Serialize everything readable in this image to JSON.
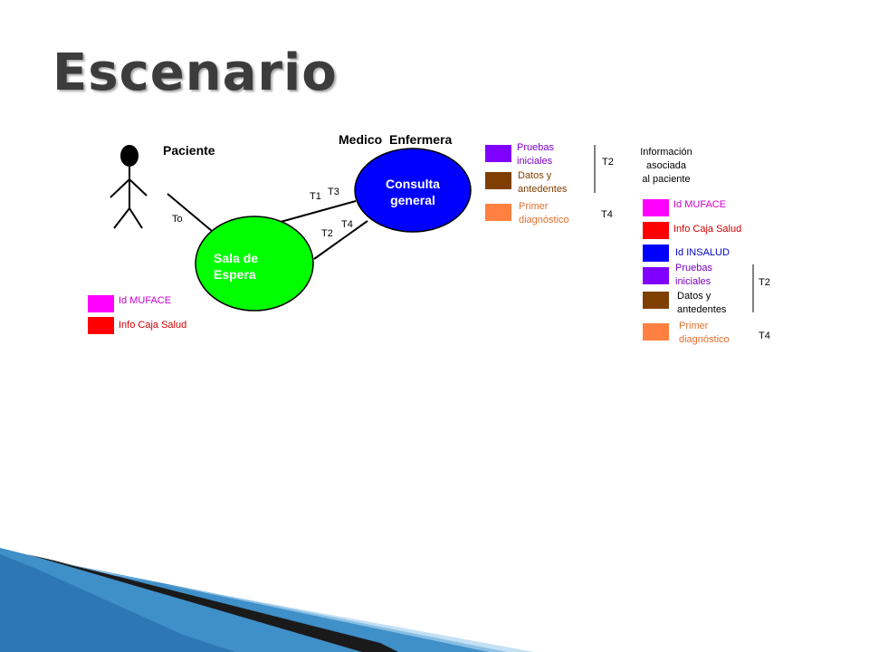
{
  "title": "Escenario",
  "actors": {
    "paciente": "Paciente",
    "medico_enfermera": "Medico  Enfermera"
  },
  "nodes": {
    "sala_line1": "Sala de",
    "sala_line2": "Espera",
    "consulta_line1": "Consulta",
    "consulta_line2": "general"
  },
  "times": {
    "to": "To",
    "t1": "T1",
    "t2": "T2",
    "t3": "T3",
    "t4": "T4"
  },
  "left_legend": [
    {
      "label": "Id MUFACE",
      "color": "#ff00ff",
      "text_color": "#cc00cc"
    },
    {
      "label": "Info Caja Salud",
      "color": "#ff0000",
      "text_color": "#cc0000"
    }
  ],
  "top_legend": [
    {
      "line1": "Pruebas",
      "line2": "iniciales",
      "color": "#8000ff",
      "text_color": "#7a00c8"
    },
    {
      "line1": "Datos y",
      "line2": "antedentes",
      "color": "#7f3f00",
      "text_color": "#7f3f00"
    },
    {
      "line1": "Primer",
      "line2": "diagnóstico",
      "color": "#ff8040",
      "text_color": "#e07030"
    }
  ],
  "top_brackets": {
    "a": "T2",
    "b": "T4"
  },
  "info_header": [
    "Información",
    "asociada",
    "al paciente"
  ],
  "right_legend": [
    {
      "line1": "Id MUFACE",
      "line2": "",
      "color": "#ff00ff",
      "text_color": "#cc00cc"
    },
    {
      "line1": "Info Caja Salud",
      "line2": "",
      "color": "#ff0000",
      "text_color": "#cc0000"
    },
    {
      "line1": "Id INSALUD",
      "line2": "",
      "color": "#0000ff",
      "text_color": "#0000cc"
    },
    {
      "line1": "Pruebas",
      "line2": "iniciales",
      "color": "#8000ff",
      "text_color": "#7a00c8"
    },
    {
      "line1": "Datos y",
      "line2": "antedentes",
      "color": "#7f3f00",
      "text_color": "#000000"
    },
    {
      "line1": "Primer",
      "line2": "diagnóstico",
      "color": "#ff8040",
      "text_color": "#e07030"
    }
  ],
  "right_brackets": {
    "a": "T2",
    "b": "T4"
  },
  "colors": {
    "sala": "#00ff00",
    "consulta": "#0000ff",
    "ribbon_dark": "#1a1a1a",
    "ribbon_blue": "#3f8fc8"
  }
}
